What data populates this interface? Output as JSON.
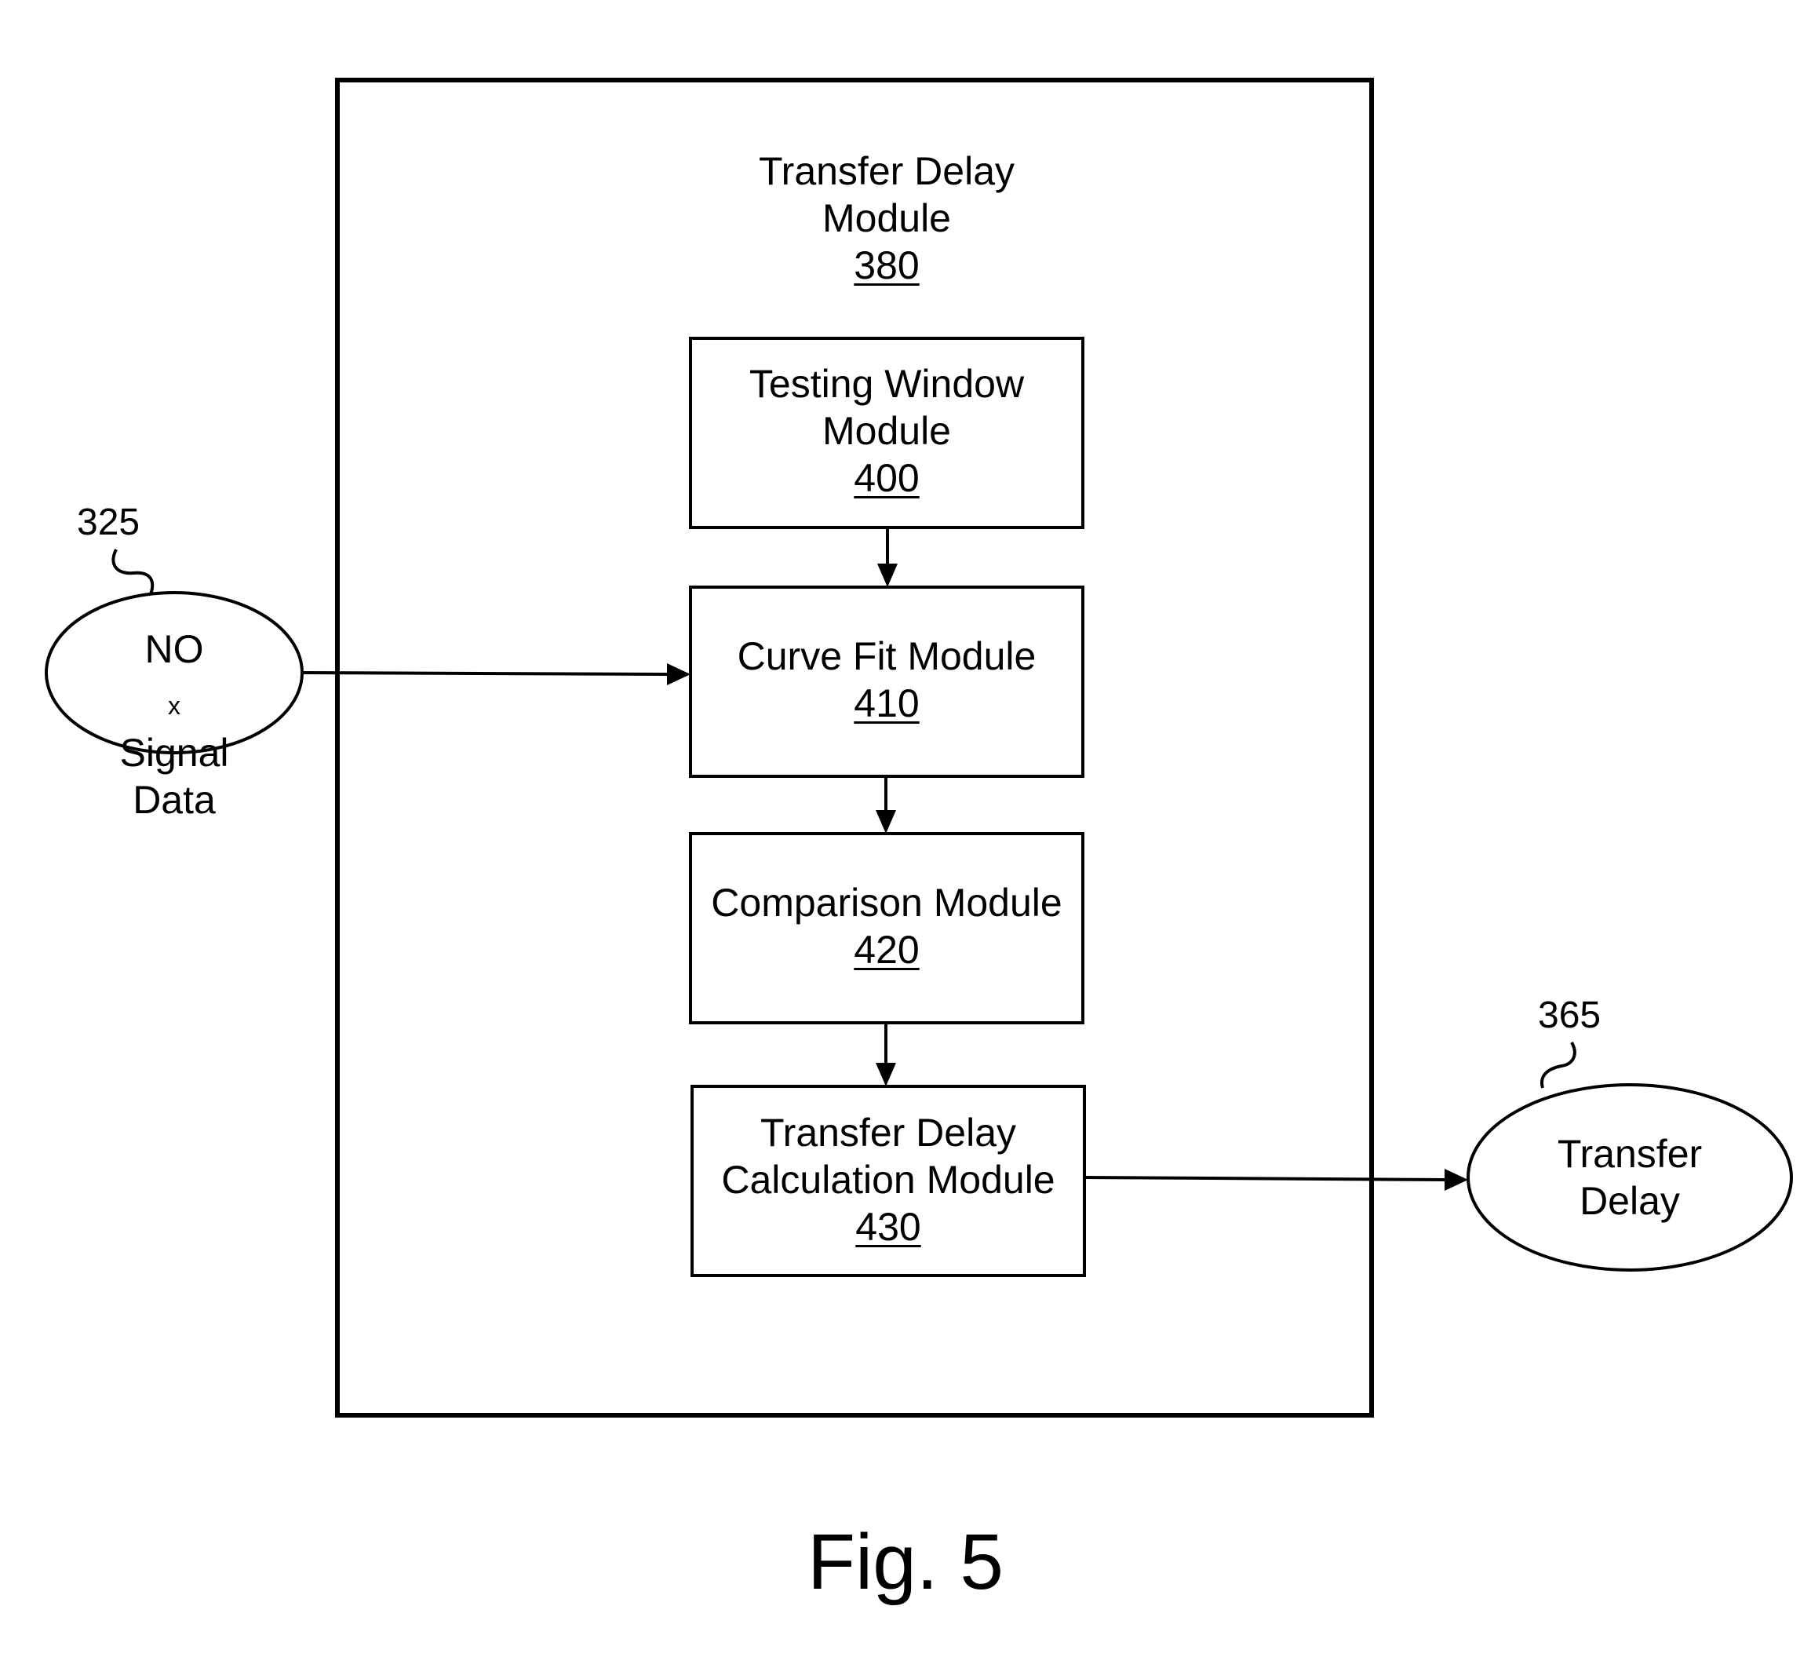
{
  "outer_module": {
    "name_line1": "Transfer Delay",
    "name_line2": "Module",
    "ref": "380"
  },
  "modules": [
    {
      "line1": "Testing Window",
      "line2": "Module",
      "ref": "400"
    },
    {
      "line1": "Curve Fit Module",
      "ref": "410"
    },
    {
      "line1": "Comparison Module",
      "ref": "420"
    },
    {
      "line1": "Transfer Delay",
      "line2": "Calculation Module",
      "ref": "430"
    }
  ],
  "input": {
    "text_main": "NO",
    "text_sub": "x",
    "text_rest": " Signal",
    "line2": "Data",
    "ref": "325"
  },
  "output": {
    "line1": "Transfer",
    "line2": "Delay",
    "ref": "365"
  },
  "figure_label": "Fig. 5"
}
